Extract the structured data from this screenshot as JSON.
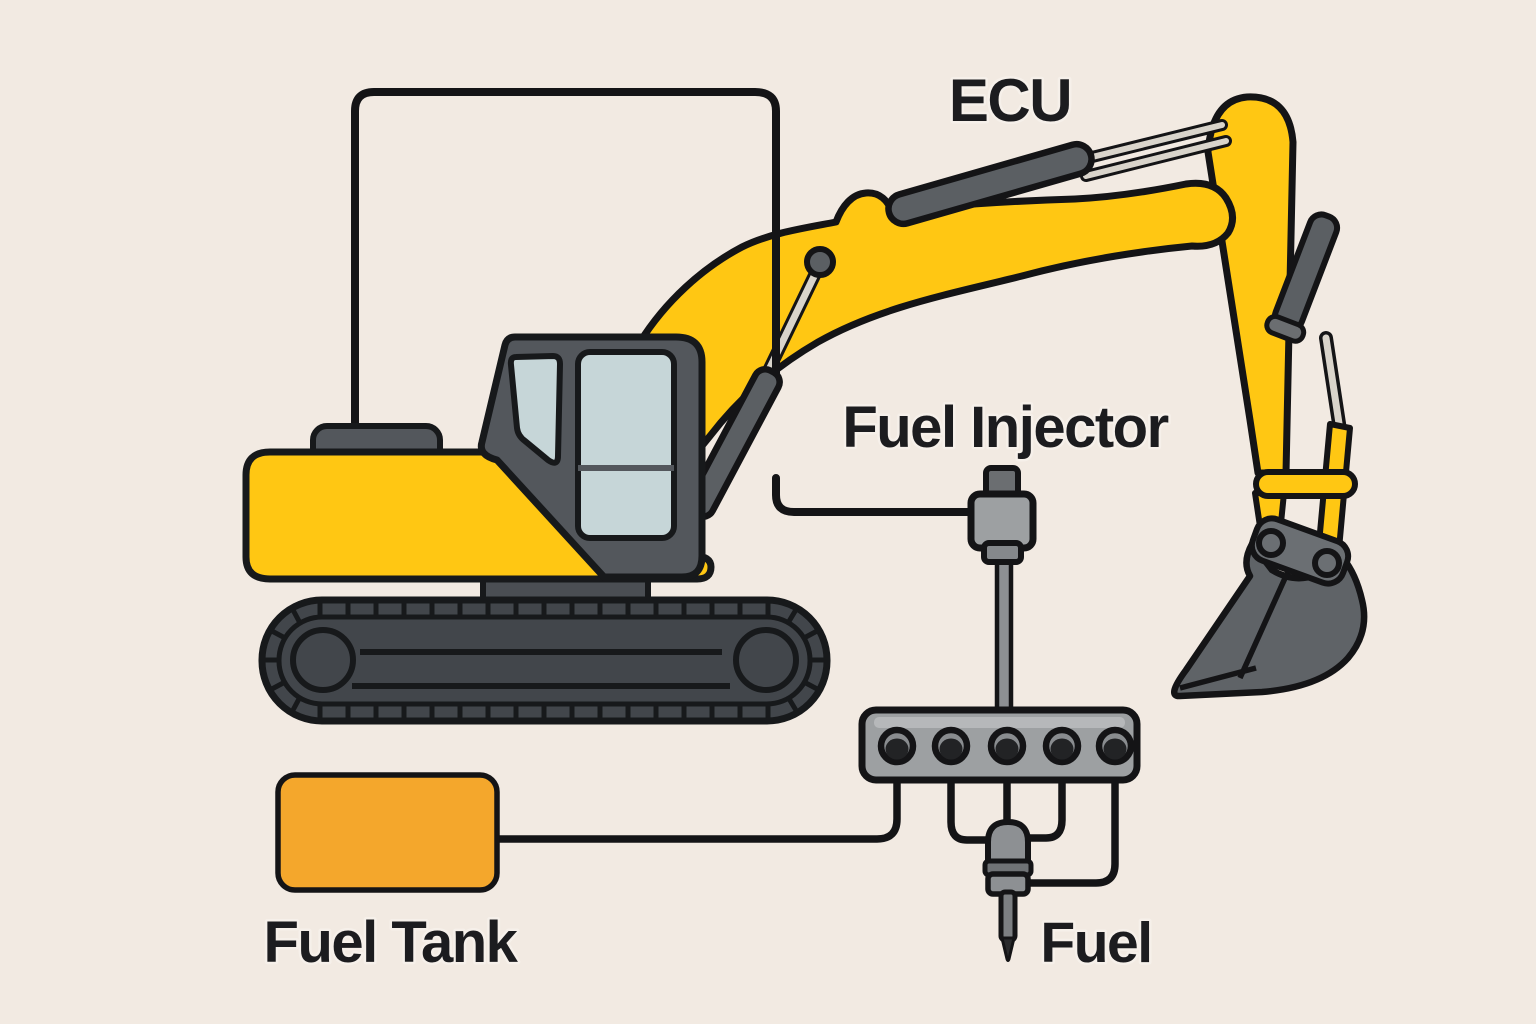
{
  "diagram": {
    "labels": {
      "ecu": "ECU",
      "fuel_injector": "Fuel Injector",
      "fuel_tank": "Fuel Tank",
      "fuel": "Fuel"
    },
    "colors": {
      "background": "#f2eae2",
      "machine_yellow": "#ffc713",
      "tank_orange": "#f4a72c",
      "cab_gray": "#53575c",
      "track_gray": "#42464b",
      "bucket_gray": "#5f6367",
      "rail_gray": "#9da0a2",
      "rod_light": "#d9d4cb",
      "window_blue": "#c6d6d8",
      "outline_black": "#141416",
      "text_black": "#1c1c1f"
    }
  }
}
